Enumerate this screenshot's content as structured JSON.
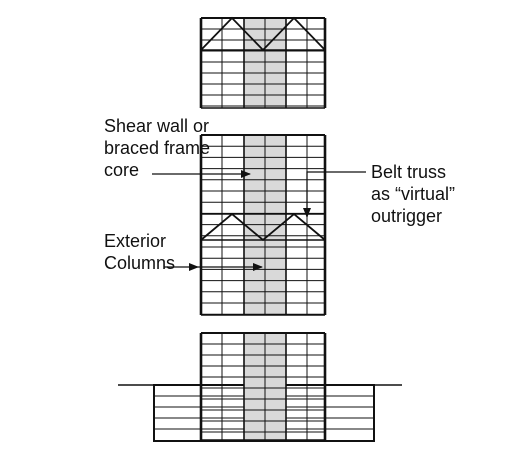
{
  "labels": {
    "core": [
      "Shear wall or",
      "braced frame",
      "core"
    ],
    "belt_truss": [
      "Belt truss",
      "as “virtual”",
      "outrigger"
    ],
    "exterior_columns": [
      "Exterior",
      "Columns"
    ]
  },
  "colors": {
    "line": "#111111",
    "core_fill": "#d9d9d9",
    "background": "#ffffff"
  }
}
